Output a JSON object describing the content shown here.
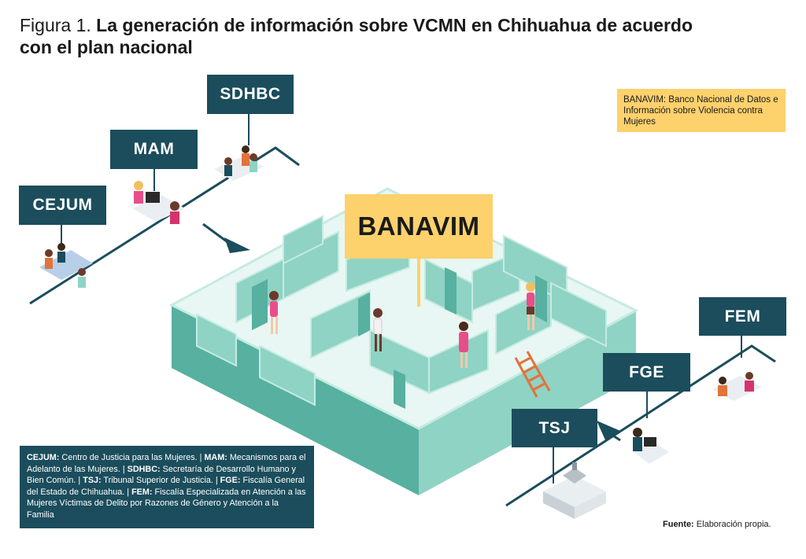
{
  "title": {
    "prefix": "Figura 1.",
    "text": "La generación de información sobre VCMN en Chihuahua de acuerdo con el plan nacional"
  },
  "nodes": {
    "sdhbc": "SDHBC",
    "mam": "MAM",
    "cejum": "CEJUM",
    "banavim": "BANAVIM",
    "fem": "FEM",
    "fge": "FGE",
    "tsj": "TSJ"
  },
  "definition": "BANAVIM: Banco Nacional de Datos e Información sobre Violencia contra Mujeres",
  "legend": [
    {
      "abbr": "CEJUM:",
      "text": " Centro de Justicia para las Mujeres. | "
    },
    {
      "abbr": "MAM:",
      "text": " Mecanismos para el Adelanto de las Mujeres. | "
    },
    {
      "abbr": "SDHBC:",
      "text": " Secretaría de Desarrollo Humano y Bien Común. | "
    },
    {
      "abbr": "TSJ:",
      "text": " Tribunal Superior de Justicia. | "
    },
    {
      "abbr": "FGE:",
      "text": " Fiscalía General del Estado de Chihuahua. | "
    },
    {
      "abbr": "FEM:",
      "text": " Fiscalía Especializada en Atención a las Mujeres Víctimas de Delito por Razones de Género y Atención a la Familia"
    }
  ],
  "source": {
    "label": "Fuente:",
    "text": " Elaboración propia."
  },
  "colors": {
    "dark_teal": "#1b4d5c",
    "maze_teal": "#8fd3c4",
    "maze_light": "#c5ebe2",
    "maze_dark": "#57b0a0",
    "yellow": "#fdd16c",
    "ladder": "#e2733a"
  }
}
